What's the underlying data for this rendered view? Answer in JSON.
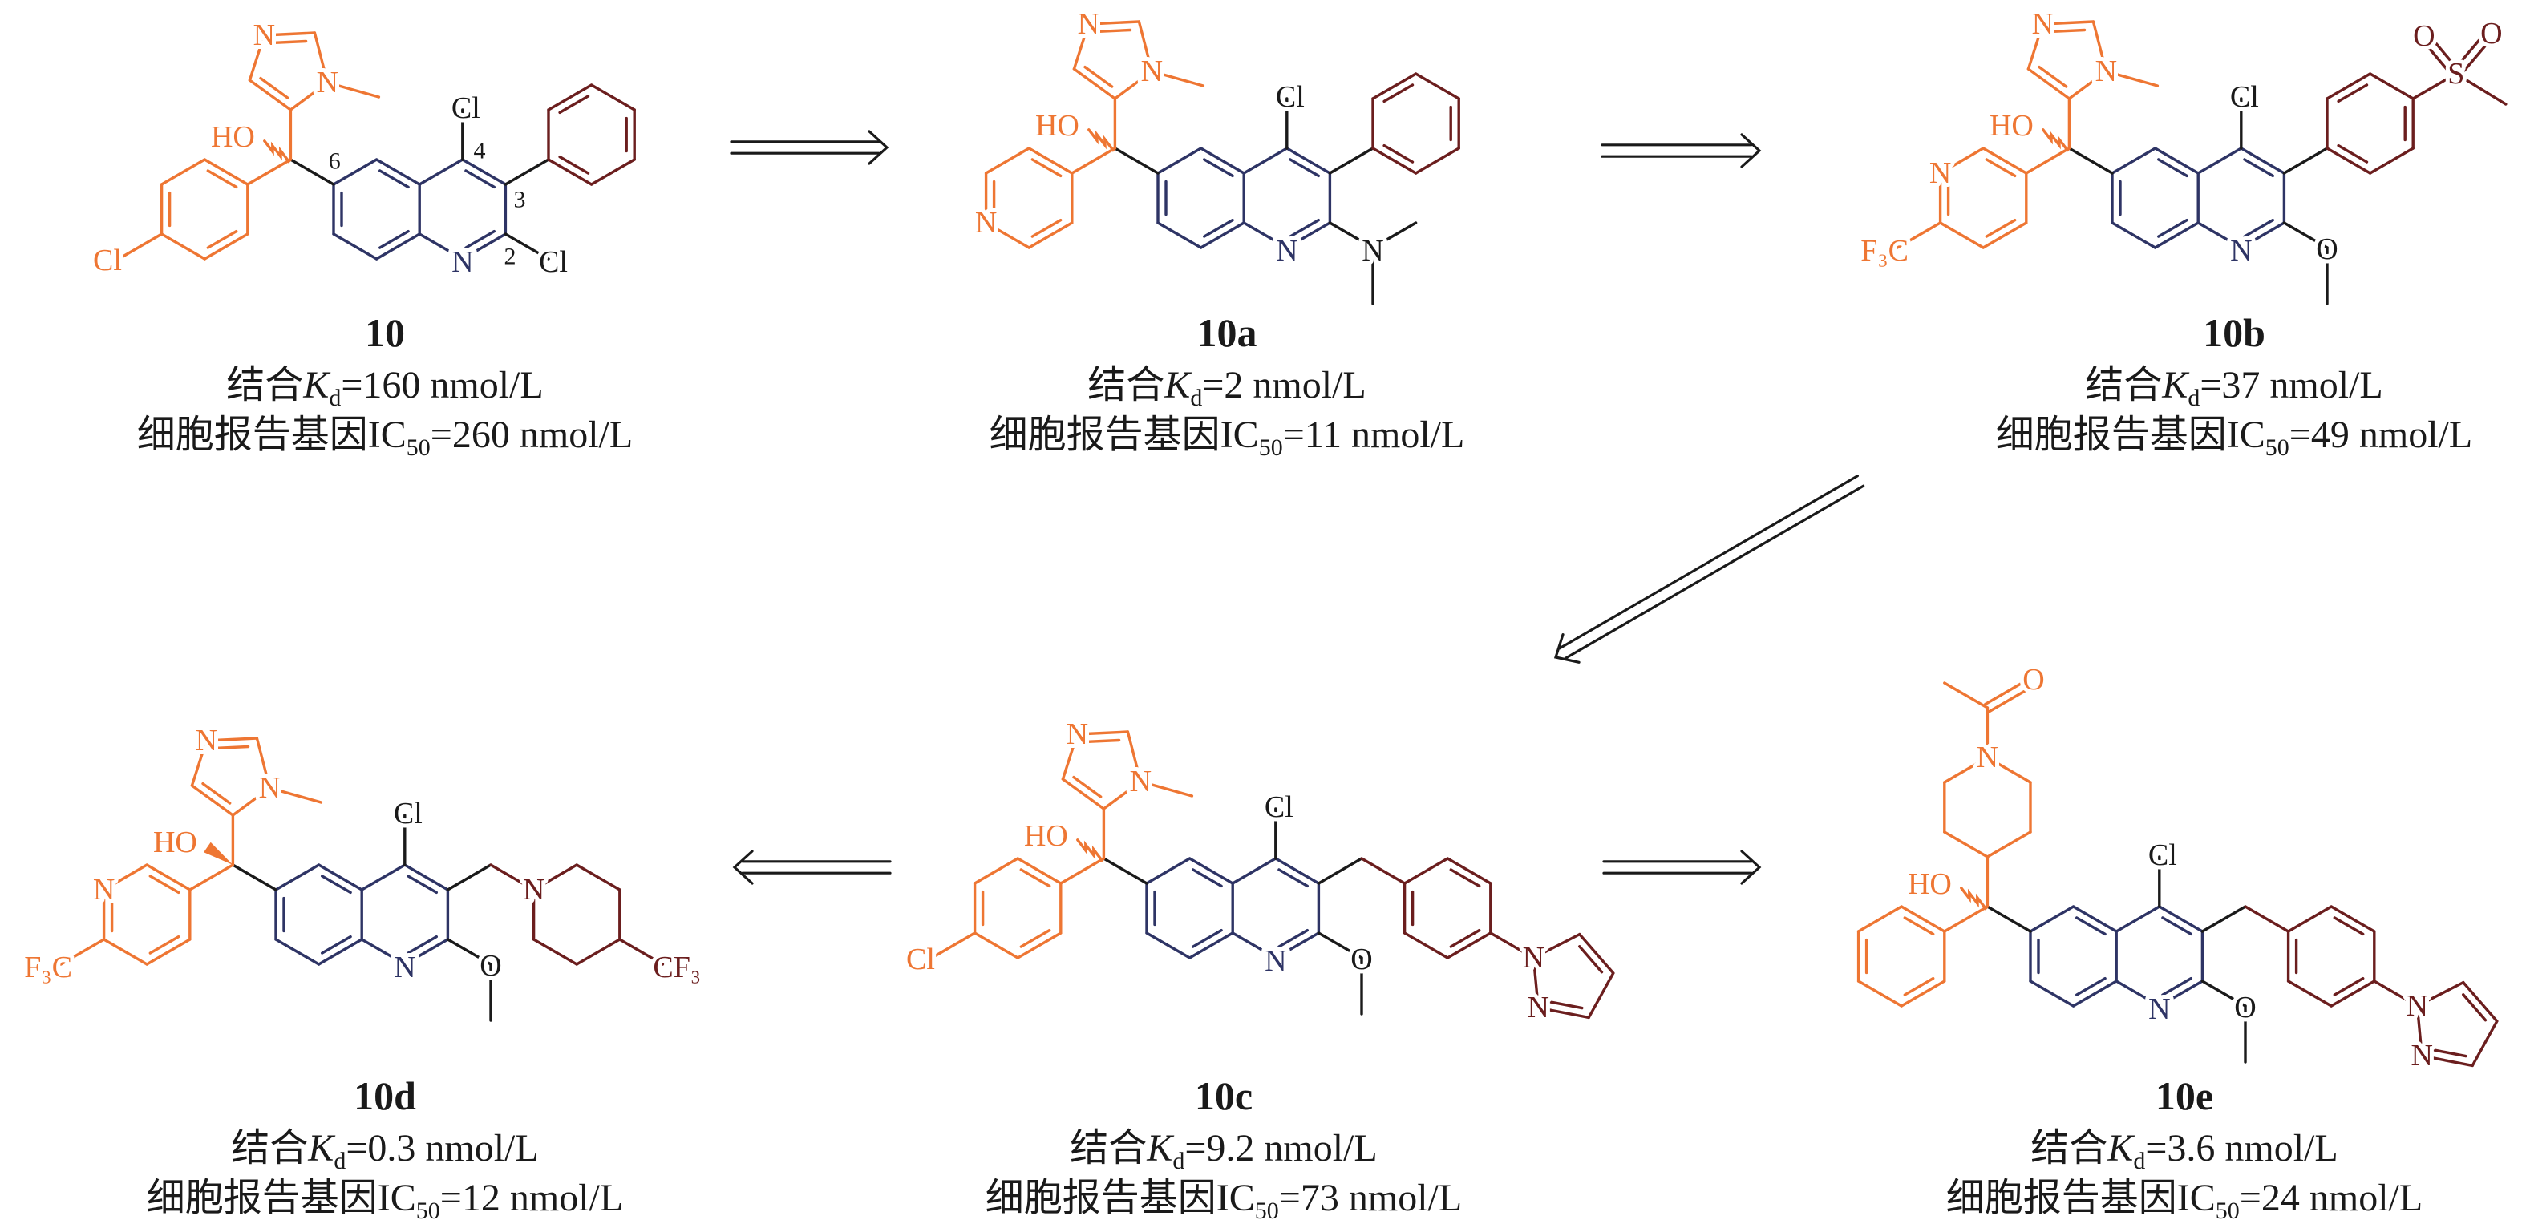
{
  "colors": {
    "fragment_left": "#EE7633",
    "quinoline_core": "#2E3465",
    "fragment_right": "#6B1E1E",
    "linker": "#1a1a1a"
  },
  "compounds": [
    {
      "id": "10",
      "kd_prefix": "结合",
      "kd_symbol": "K",
      "kd_sub": "d",
      "kd_value": "=160 nmol/L",
      "ic_prefix": "细胞报告基因IC",
      "ic_sub": "50",
      "ic_value": "=260 nmol/L",
      "atom_labels": [
        "N",
        "N",
        "HO",
        "Cl",
        "N",
        "Cl",
        "Cl",
        "6",
        "4",
        "3",
        "2"
      ]
    },
    {
      "id": "10a",
      "kd_prefix": "结合",
      "kd_symbol": "K",
      "kd_sub": "d",
      "kd_value": "=2 nmol/L",
      "ic_prefix": "细胞报告基因IC",
      "ic_sub": "50",
      "ic_value": "=11 nmol/L",
      "atom_labels": [
        "N",
        "N",
        "HO",
        "N",
        "N",
        "Cl",
        "N"
      ]
    },
    {
      "id": "10b",
      "kd_prefix": "结合",
      "kd_symbol": "K",
      "kd_sub": "d",
      "kd_value": "=37 nmol/L",
      "ic_prefix": "细胞报告基因IC",
      "ic_sub": "50",
      "ic_value": "=49 nmol/L",
      "atom_labels": [
        "N",
        "N",
        "HO",
        "N",
        "F₃C",
        "N",
        "Cl",
        "O",
        "S",
        "O",
        "O"
      ]
    },
    {
      "id": "10d",
      "kd_prefix": "结合",
      "kd_symbol": "K",
      "kd_sub": "d",
      "kd_value": "=0.3 nmol/L",
      "ic_prefix": "细胞报告基因IC",
      "ic_sub": "50",
      "ic_value": "=12 nmol/L",
      "atom_labels": [
        "N",
        "N",
        "HO",
        "N",
        "F₃C",
        "N",
        "Cl",
        "O",
        "N",
        "CF₃"
      ]
    },
    {
      "id": "10c",
      "kd_prefix": "结合",
      "kd_symbol": "K",
      "kd_sub": "d",
      "kd_value": "=9.2 nmol/L",
      "ic_prefix": "细胞报告基因IC",
      "ic_sub": "50",
      "ic_value": "=73 nmol/L",
      "atom_labels": [
        "N",
        "N",
        "HO",
        "Cl",
        "N",
        "Cl",
        "O",
        "N",
        "N"
      ]
    },
    {
      "id": "10e",
      "kd_prefix": "结合",
      "kd_symbol": "K",
      "kd_sub": "d",
      "kd_value": "=3.6 nmol/L",
      "ic_prefix": "细胞报告基因IC",
      "ic_sub": "50",
      "ic_value": "=24 nmol/L",
      "atom_labels": [
        "O",
        "N",
        "HO",
        "N",
        "Cl",
        "O",
        "N",
        "N"
      ]
    }
  ]
}
